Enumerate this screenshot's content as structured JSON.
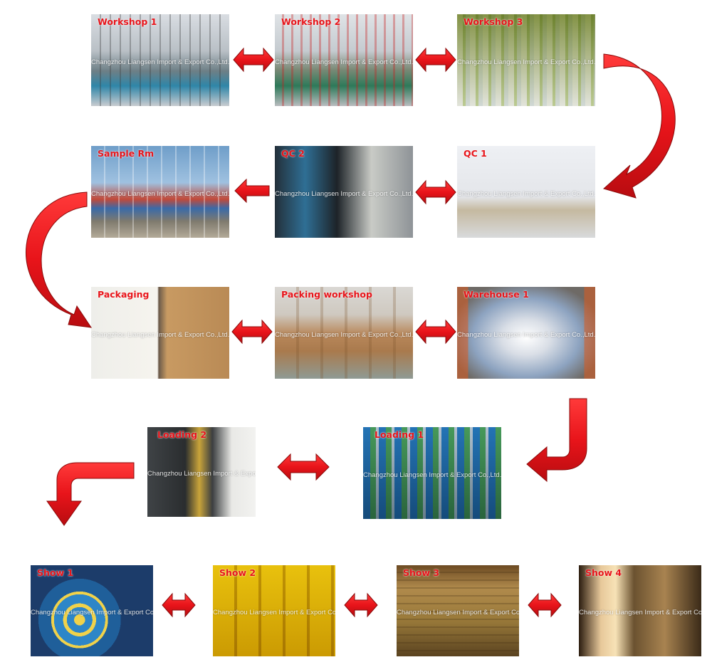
{
  "watermark": "Changzhou Liangsen Import & Export Co.,Ltd.",
  "colors": {
    "arrow_fill": "#e8141a",
    "arrow_stroke": "#8a0a0a",
    "label": "#e8141a"
  },
  "photos": [
    {
      "id": "workshop-1",
      "label": "Workshop 1"
    },
    {
      "id": "workshop-2",
      "label": "Workshop 2"
    },
    {
      "id": "workshop-3",
      "label": "Workshop 3"
    },
    {
      "id": "sample-rm",
      "label": "Sample Rm"
    },
    {
      "id": "qc-2",
      "label": "QC 2"
    },
    {
      "id": "qc-1",
      "label": "QC 1"
    },
    {
      "id": "packaging",
      "label": "Packaging"
    },
    {
      "id": "packing-workshop",
      "label": "Packing workshop"
    },
    {
      "id": "warehouse-1",
      "label": "Warehouse 1"
    },
    {
      "id": "loading-2",
      "label": "Loading 2"
    },
    {
      "id": "loading-1",
      "label": "Loading 1"
    },
    {
      "id": "show-1",
      "label": "Show 1"
    },
    {
      "id": "show-2",
      "label": "Show 2"
    },
    {
      "id": "show-3",
      "label": "Show 3"
    },
    {
      "id": "show-4",
      "label": "Show 4"
    }
  ]
}
